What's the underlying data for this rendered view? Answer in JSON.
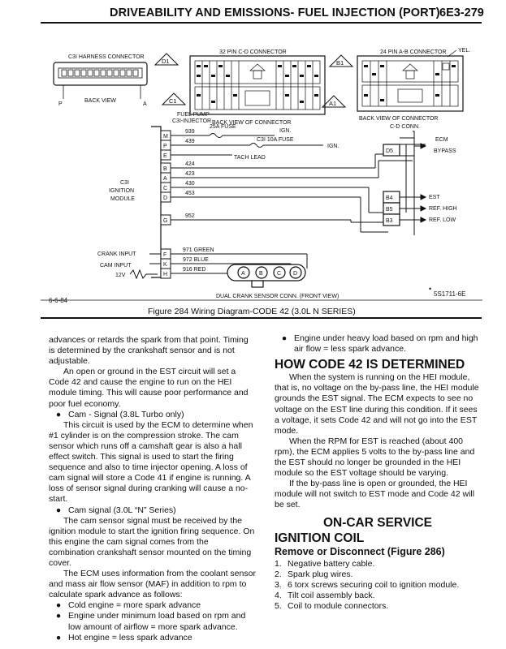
{
  "header": {
    "title": "DRIVEABILITY AND EMISSIONS- FUEL INJECTION (PORT)",
    "page": "6E3-279"
  },
  "diagram": {
    "c3i_harness": "C3I HARNESS CONNECTOR",
    "back_view": "BACK VIEW",
    "pin_p": "P",
    "pin_a": "A",
    "conn_32": "32 PIN C-D CONNECTOR",
    "conn_24": "24 PIN A-B CONNECTOR",
    "yel": "YEL.",
    "back_view_of_connector": "BACK VIEW OF CONNECTOR",
    "back_view_of_connector_2": "BACK VIEW OF CONNECTOR",
    "cd_conn": "C-D CONN.",
    "fuel_pump": "FUEL PUMP",
    "c3i_injector": "C3I-INJECTOR",
    "fuse_25a": "25A FUSE",
    "fuse_c3i": "C3I 10A FUSE",
    "ign": "IGN.",
    "ign2": "IGN.",
    "tach_lead": "TACH LEAD",
    "c3i_line1": "C3I",
    "c3i_line2": "IGNITION",
    "c3i_line3": "MODULE",
    "ecm": "ECM",
    "bypass": "BYPASS",
    "est": "EST",
    "ref_high": "REF. HIGH",
    "ref_low": "REF. LOW",
    "crank_input": "CRANK INPUT",
    "cam_input": "CAM INPUT",
    "v12": "12V",
    "dual_crank": "DUAL CRANK SENSOR CONN. (FRONT VIEW)",
    "date": "6-6-84",
    "figcode": "5S1711-6E",
    "star": "•",
    "pins": [
      "M",
      "P",
      "E",
      "B",
      "A",
      "C",
      "D",
      "G",
      "F",
      "K",
      "H"
    ],
    "wires": [
      "939",
      "439",
      "424",
      "423",
      "430",
      "453",
      "952",
      "971 GREEN",
      "972 BLUE",
      "916 RED"
    ],
    "ecm_pins": [
      "D5",
      "B4",
      "B5",
      "B3"
    ],
    "callouts": [
      "D1",
      "C1",
      "B1",
      "A1"
    ],
    "sensor_letters": [
      "A",
      "B",
      "C",
      "D"
    ]
  },
  "caption": "Figure 284 Wiring Diagram-CODE 42 (3.0L N SERIES)",
  "col1": {
    "p1": "advances or retards the spark from that point. Timing is determined by the crankshaft sensor and is not adjustable.",
    "p2": "An open or ground in the EST circuit will set a Code 42 and cause the engine to run on the HEI module timing. This will cause poor performance and poor fuel economy.",
    "b1": "Cam - Signal (3.8L Turbo only)",
    "p3": "This circuit is used by the ECM to determine when #1 cylinder is on the compression stroke. The cam sensor which runs off a camshaft gear is also a hall effect switch. This signal is used to start the firing sequence and also to time injector opening. A loss of cam signal will store a Code 41 if engine is running. A loss of sensor signal during cranking will cause a no-start.",
    "b2": "Cam signal (3.0L “N” Series)",
    "p4": "The cam sensor signal must be received by the ignition module to start the ignition firing sequence. On this engine the cam signal comes from the combination crankshaft sensor mounted on the timing cover.",
    "p5": "The ECM uses information from the coolant sensor and mass air flow sensor (MAF) in addition to rpm to calculate spark advance as follows:",
    "b3": "Cold engine = more spark advance",
    "b4": "Engine under minimum load based on rpm and low amount of airflow = more spark advance.",
    "b5": "Hot engine = less spark advance"
  },
  "col2": {
    "b6": "Engine under heavy load based on rpm and high air flow = less spark advance.",
    "h_code42": "HOW CODE 42 IS DETERMINED",
    "p6": "When the system is running on the HEI module, that is, no voltage on the by-pass line, the HEI module grounds the EST signal. The ECM expects to see no voltage on the EST line during this condition. If it sees a voltage, it sets Code 42 and will not go into the EST mode.",
    "p7": "When the RPM for EST is reached (about 400 rpm), the ECM applies 5 volts to the by-pass line and the EST should no longer be grounded in the HEI module so the EST voltage should be varying.",
    "p8": "If the by-pass line is open or grounded, the HEI module will not switch to EST mode and Code 42 will be set.",
    "h_oncar": "ON-CAR SERVICE",
    "h_coil": "IGNITION COIL",
    "h_remove": "Remove or Disconnect (Figure 286)",
    "steps": [
      {
        "n": "1.",
        "t": "Negative battery cable."
      },
      {
        "n": "2.",
        "t": "Spark plug wires."
      },
      {
        "n": "3.",
        "t": "6 torx screws securing coil to ignition module."
      },
      {
        "n": "4.",
        "t": "Tilt coil assembly back."
      },
      {
        "n": "5.",
        "t": "Coil to module connectors."
      }
    ]
  }
}
